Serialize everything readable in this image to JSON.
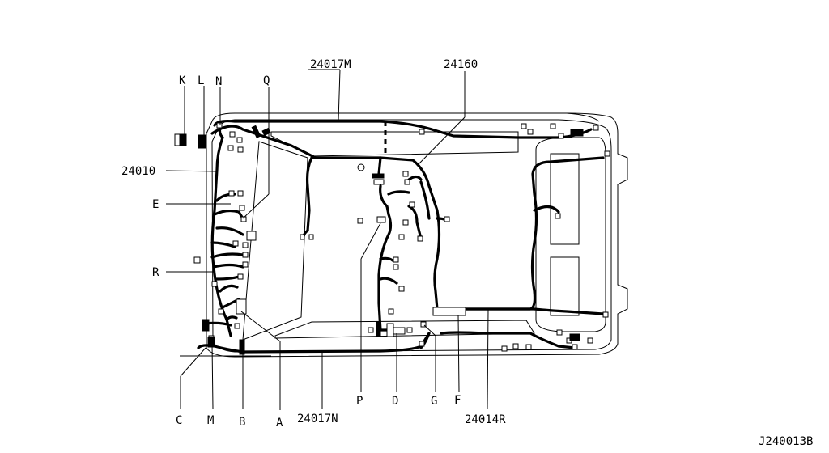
{
  "diagram": {
    "id": "J240013B",
    "labels": [
      {
        "key": "k",
        "text": "K"
      },
      {
        "key": "l",
        "text": "L"
      },
      {
        "key": "n",
        "text": "N"
      },
      {
        "key": "q",
        "text": "Q"
      },
      {
        "key": "p24017m",
        "text": "24017M"
      },
      {
        "key": "p24160",
        "text": "24160"
      },
      {
        "key": "p24010",
        "text": "24010"
      },
      {
        "key": "e",
        "text": "E"
      },
      {
        "key": "r",
        "text": "R"
      },
      {
        "key": "c",
        "text": "C"
      },
      {
        "key": "m",
        "text": "M"
      },
      {
        "key": "b",
        "text": "B"
      },
      {
        "key": "a",
        "text": "A"
      },
      {
        "key": "p24017n",
        "text": "24017N"
      },
      {
        "key": "p",
        "text": "P"
      },
      {
        "key": "d",
        "text": "D"
      },
      {
        "key": "g",
        "text": "G"
      },
      {
        "key": "f",
        "text": "F"
      },
      {
        "key": "p24014r",
        "text": "24014R"
      }
    ]
  }
}
